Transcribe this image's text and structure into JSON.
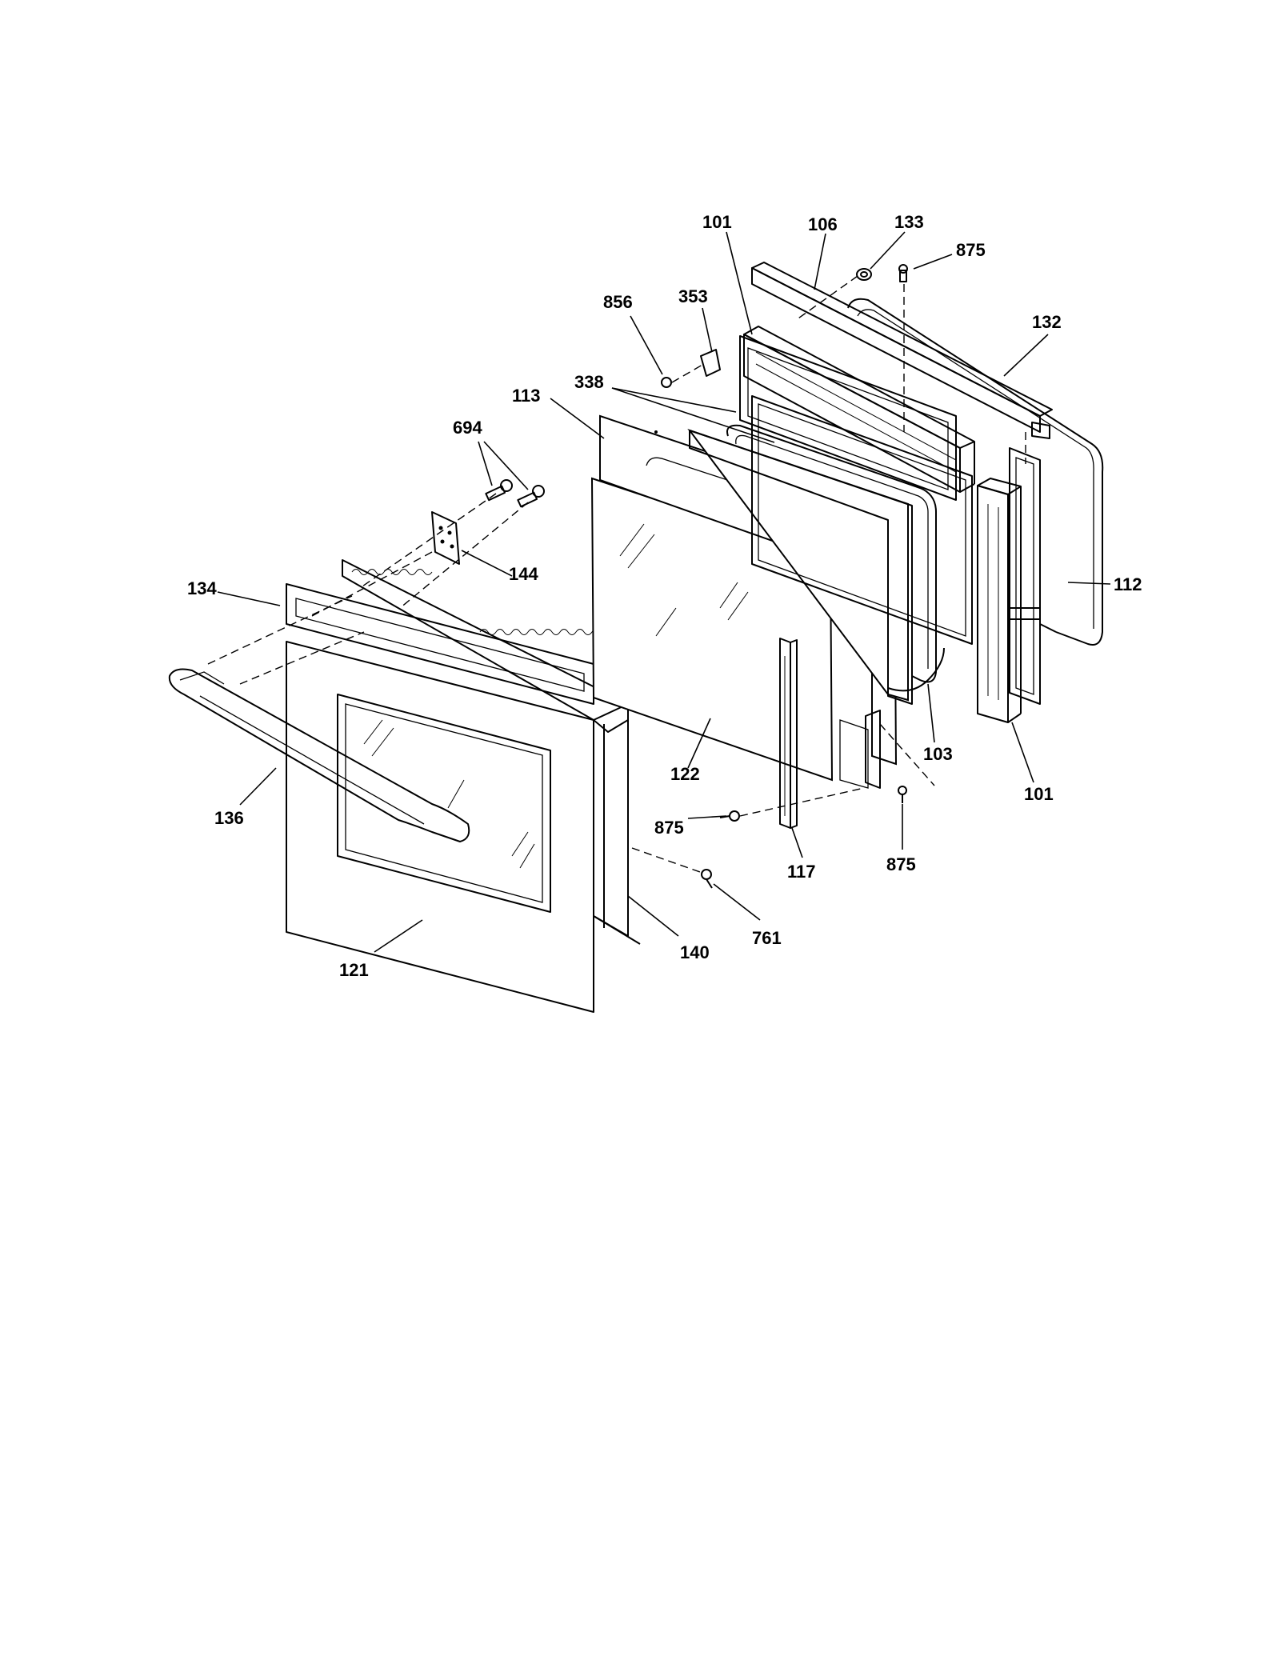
{
  "diagram": {
    "callouts": [
      {
        "id": "c101a",
        "label": "101"
      },
      {
        "id": "c106",
        "label": "106"
      },
      {
        "id": "c133",
        "label": "133"
      },
      {
        "id": "c875a",
        "label": "875"
      },
      {
        "id": "c856",
        "label": "856"
      },
      {
        "id": "c353",
        "label": "353"
      },
      {
        "id": "c132",
        "label": "132"
      },
      {
        "id": "c338",
        "label": "338"
      },
      {
        "id": "c113",
        "label": "113"
      },
      {
        "id": "c694",
        "label": "694"
      },
      {
        "id": "c144",
        "label": "144"
      },
      {
        "id": "c112",
        "label": "112"
      },
      {
        "id": "c134",
        "label": "134"
      },
      {
        "id": "c103",
        "label": "103"
      },
      {
        "id": "c122",
        "label": "122"
      },
      {
        "id": "c101b",
        "label": "101"
      },
      {
        "id": "c136",
        "label": "136"
      },
      {
        "id": "c875b",
        "label": "875"
      },
      {
        "id": "c875c",
        "label": "875"
      },
      {
        "id": "c117",
        "label": "117"
      },
      {
        "id": "c140",
        "label": "140"
      },
      {
        "id": "c761",
        "label": "761"
      },
      {
        "id": "c121",
        "label": "121"
      }
    ]
  }
}
